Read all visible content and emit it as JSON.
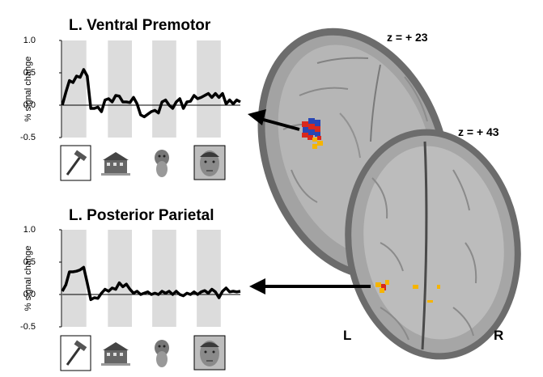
{
  "colors": {
    "block_shading": "#dcdcdc",
    "trace": "#000000",
    "activation_red": "#d8281c",
    "activation_blue": "#2846b4",
    "activation_yellow": "#f5b400",
    "brain_gray": "#a8a8a8"
  },
  "brain": {
    "upper_slice_label": "z = + 23",
    "lower_slice_label": "z = + 43",
    "left_label": "L",
    "right_label": "R"
  },
  "stimulus_icons": [
    "hammer-icon",
    "house-icon",
    "animal-icon",
    "face-icon"
  ],
  "chart_data": [
    {
      "type": "line",
      "title": "L. Ventral Premotor",
      "ylabel": "% signal change",
      "ylim": [
        -0.5,
        1.0
      ],
      "yticks": [
        "1.0",
        "0.5",
        "0.0",
        "-0.5"
      ],
      "grid": false,
      "blocks": [
        "tools",
        "houses",
        "animals",
        "faces"
      ],
      "series": [
        {
          "values": [
            0.0,
            0.2,
            0.38,
            0.35,
            0.45,
            0.43,
            0.55,
            0.45,
            -0.05,
            -0.05,
            -0.03,
            -0.1,
            0.08,
            0.1,
            0.05,
            0.15,
            0.14,
            0.05,
            0.05,
            0.04,
            0.12,
            0.02,
            -0.15,
            -0.18,
            -0.14,
            -0.1,
            -0.08,
            -0.12,
            0.05,
            0.08,
            0.0,
            -0.05,
            0.05,
            0.1,
            -0.05,
            0.05,
            0.06,
            0.15,
            0.1,
            0.12,
            0.15,
            0.18,
            0.12,
            0.18,
            0.12,
            0.18,
            0.02,
            0.08,
            0.02,
            0.08,
            0.05
          ]
        }
      ]
    },
    {
      "type": "line",
      "title": "L. Posterior Parietal",
      "ylabel": "% signal change",
      "ylim": [
        -0.5,
        1.0
      ],
      "yticks": [
        "1.0",
        "0.5",
        "0.0",
        "-0.5"
      ],
      "grid": false,
      "blocks": [
        "tools",
        "houses",
        "animals",
        "faces"
      ],
      "series": [
        {
          "values": [
            0.05,
            0.15,
            0.35,
            0.35,
            0.36,
            0.38,
            0.42,
            0.18,
            -0.08,
            -0.05,
            -0.06,
            0.02,
            0.08,
            0.05,
            0.1,
            0.08,
            0.18,
            0.12,
            0.16,
            0.08,
            0.02,
            0.05,
            0.0,
            0.02,
            0.04,
            0.0,
            0.02,
            0.0,
            0.05,
            0.02,
            0.05,
            0.0,
            0.05,
            0.0,
            -0.02,
            0.02,
            0.0,
            0.04,
            0.0,
            0.04,
            0.06,
            0.02,
            0.08,
            0.04,
            -0.05,
            0.05,
            0.1,
            0.04,
            0.05,
            0.04,
            0.05
          ]
        }
      ]
    }
  ]
}
